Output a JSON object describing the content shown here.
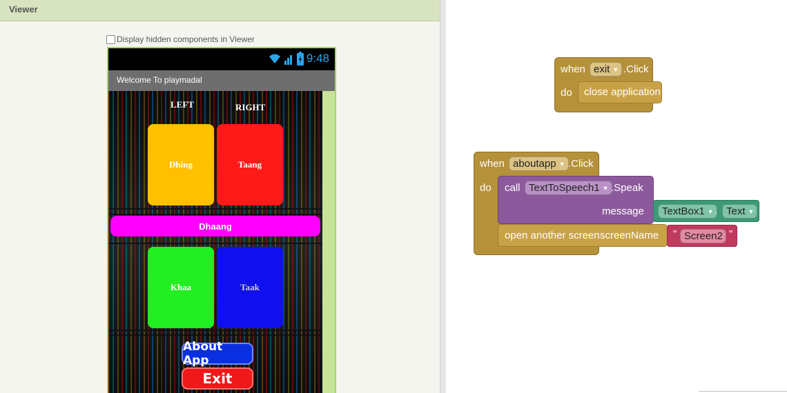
{
  "viewer": {
    "title": "Viewer",
    "hidden_components_label": "Display hidden components in Viewer"
  },
  "phone": {
    "status_time": "9:48",
    "status_icons": [
      "wifi-icon",
      "signal-icon",
      "battery-icon"
    ],
    "app_title": "Welcome To playmadal",
    "labels": {
      "left": "LEFT",
      "right": "RIGHT"
    },
    "pads": [
      {
        "label": "Dhing",
        "color": "#ffc000"
      },
      {
        "label": "Taang",
        "color": "#ff1a1a"
      },
      {
        "label": "Khaa",
        "color": "#22ee22"
      },
      {
        "label": "Taak",
        "color": "#1010ee"
      }
    ],
    "wide_button": {
      "label": "Dhaang",
      "color": "#ff00ff"
    },
    "about_button": {
      "label": "About App",
      "color": "#0a2fe0"
    },
    "exit_button": {
      "label": "Exit",
      "color": "#f01818"
    }
  },
  "blocks": {
    "exit_click": {
      "when": "when",
      "component": "exit",
      "event": ".Click",
      "do": "do",
      "action": "close application"
    },
    "about_click": {
      "when": "when",
      "component": "aboutapp",
      "event": ".Click",
      "do": "do",
      "call": "call",
      "tts_component": "TextToSpeech1",
      "method": ".Speak",
      "message_label": "message",
      "textbox_component": "TextBox1",
      "dot": ".",
      "text_property": "Text",
      "open_screen": "open another screen",
      "screen_name_label": "screenName",
      "screen_value": "Screen2",
      "quote": "\""
    }
  }
}
